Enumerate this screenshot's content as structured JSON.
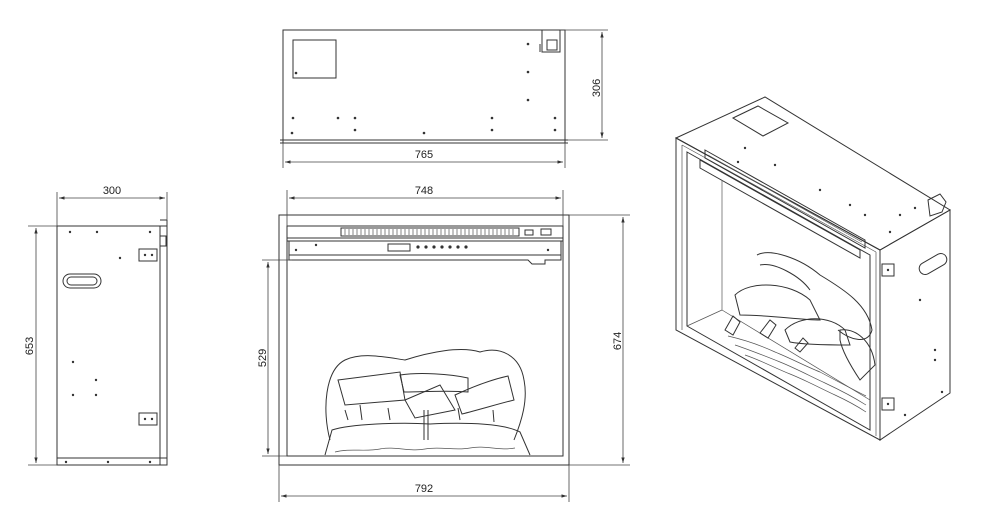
{
  "dimensions": {
    "top_depth": "306",
    "top_width": "765",
    "front_inner_width": "748",
    "front_outer_width": "792",
    "front_height": "674",
    "front_opening_height": "529",
    "side_width": "300",
    "side_height": "653"
  },
  "colors": {
    "line": "#333333",
    "background": "#ffffff"
  }
}
